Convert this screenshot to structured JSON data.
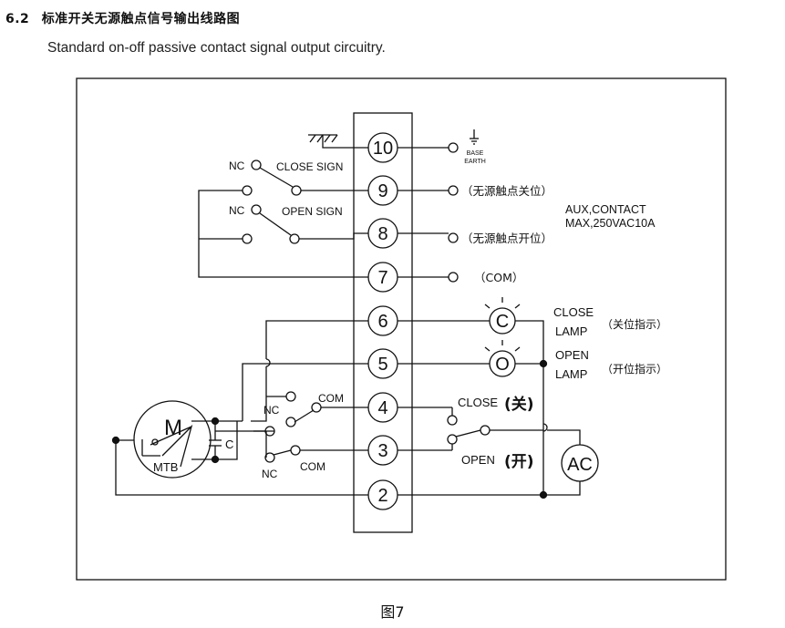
{
  "header": {
    "section_number": "6.2",
    "title_cn": "标准开关无源触点信号输出线路图",
    "title_en": "Standard on-off  passive contact signal output circuitry."
  },
  "caption": "图7",
  "terminals": [
    "10",
    "9",
    "8",
    "7",
    "6",
    "5",
    "4",
    "3",
    "2"
  ],
  "labels": {
    "nc": "NC",
    "com": "COM",
    "close_sign": "CLOSE SIGN",
    "open_sign": "OPEN SIGN",
    "base": "BASE",
    "earth": "EARTH",
    "close_contact_cn": "（无源触点关位）",
    "open_contact_cn": "（无源触点开位）",
    "com_paren": "（COM）",
    "aux_contact_line1": "AUX,CONTACT",
    "aux_contact_line2": "MAX,250VAC10A",
    "close_lamp_line1": "CLOSE",
    "close_lamp_line2": "LAMP",
    "close_lamp_cn": "（关位指示）",
    "open_lamp_line1": "OPEN",
    "open_lamp_line2": "LAMP",
    "open_lamp_cn": "（开位指示）",
    "lamp_c": "C",
    "lamp_o": "O",
    "close_switch": "CLOSE",
    "close_switch_cn": "(关)",
    "open_switch": "OPEN",
    "open_switch_cn": "(开)",
    "ac": "AC",
    "motor": "M",
    "mtb": "MTB",
    "capacitor": "C"
  }
}
